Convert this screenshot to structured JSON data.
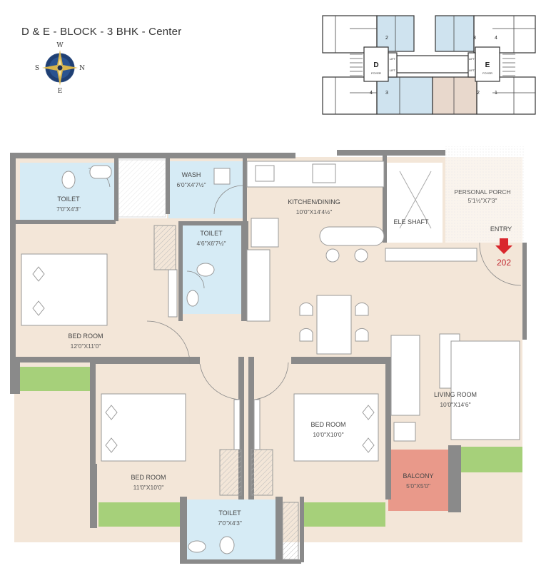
{
  "title": "D & E - BLOCK - 3 BHK - Center",
  "compass": {
    "n": "N",
    "s": "S",
    "e": "E",
    "w": "W"
  },
  "key_plan": {
    "block_d": "D",
    "block_e": "E",
    "foyer": "FOYER",
    "lift": "LIFT",
    "units": [
      "1",
      "2",
      "3",
      "4"
    ]
  },
  "rooms": {
    "toilet_1": {
      "name": "TOILET",
      "size": "7'0\"X4'3\""
    },
    "wash": {
      "name": "WASH",
      "size": "6'0\"X4'7½\""
    },
    "kitchen": {
      "name": "KITCHEN/DINING",
      "size": "10'0\"X14'4½\""
    },
    "ele_shaft": {
      "name": "ELE SHAFT"
    },
    "personal_porch": {
      "name": "PERSONAL PORCH",
      "size": "5'1½\"X7'3\""
    },
    "entry": {
      "name": "ENTRY"
    },
    "toilet_2": {
      "name": "TOILET",
      "size": "4'6\"X6'7½\""
    },
    "bedroom_1": {
      "name": "BED ROOM",
      "size": "12'0\"X11'0\""
    },
    "living": {
      "name": "LIVING ROOM",
      "size": "10'0\"X14'6\""
    },
    "bedroom_2": {
      "name": "BED ROOM",
      "size": "10'0\"X10'0\""
    },
    "bedroom_3": {
      "name": "BED ROOM",
      "size": "11'0\"X10'0\""
    },
    "balcony": {
      "name": "BALCONY",
      "size": "5'0\"X5'0\""
    },
    "toilet_3": {
      "name": "TOILET",
      "size": "7'0\"X4'3\""
    }
  },
  "unit_number": "202",
  "colors": {
    "wall": "#8a8a8a",
    "floor": "#f3e6d8",
    "toilet": "#d6ebf5",
    "balcony": "#e9998a",
    "garden": "#a6d07a",
    "entry_arrow": "#d9262d",
    "keyplan_unit": "#cfe3ef",
    "keyplan_highlight": "#e8d8cc"
  }
}
